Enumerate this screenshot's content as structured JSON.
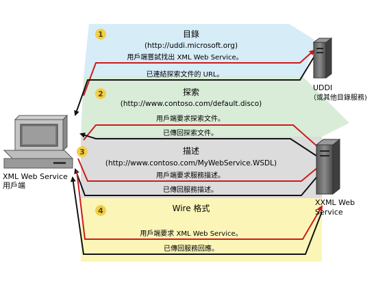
{
  "sections": [
    {
      "number": "1",
      "title": "目錄",
      "subtitle": "(http://uddi.microsoft.org)"
    },
    {
      "number": "2",
      "title": "探索",
      "subtitle": "(http://www.contoso.com/default.disco)"
    },
    {
      "number": "3",
      "title": "描述",
      "subtitle": "(http://www.contoso.com/MyWebService.WSDL)"
    },
    {
      "number": "4",
      "title": "Wire 格式",
      "subtitle": ""
    }
  ],
  "messages": [
    "用戶端嘗試找出 XML Web Service。",
    "已連結探索文件的 URL。",
    "用戶端要求探索文件。",
    "已傳回探索文件。",
    "用戶端要求服務描述。",
    "已傳回服務描述。",
    "用戶端要求 XML Web Service。",
    "已傳回服務回應。"
  ],
  "nodes": {
    "client": {
      "line1": "XML Web Service",
      "line2": "用戶端"
    },
    "uddi": {
      "line1": "UDDI",
      "line2": "（或其他目錄服務)"
    },
    "server": {
      "line1": "XXML Web",
      "line2": "Service"
    }
  },
  "colors": {
    "band1": "#d6ecf7",
    "band2": "#d8ecd8",
    "band3": "#dcdcdc",
    "band4": "#fbf5b8",
    "arrow_request": "#cc1a1a",
    "arrow_response": "#111111",
    "badge": "#f2cf4a"
  }
}
